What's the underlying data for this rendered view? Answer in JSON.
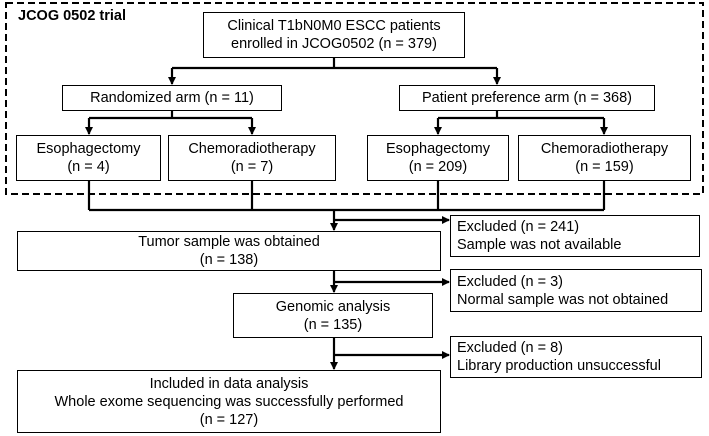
{
  "trial_label": "JCOG 0502 trial",
  "boxes": {
    "enrolled": [
      "Clinical T1bN0M0 ESCC patients",
      "enrolled in JCOG0502 (n = 379)"
    ],
    "randomized_arm": [
      "Randomized arm (n = 11)"
    ],
    "preference_arm": [
      "Patient preference arm (n = 368)"
    ],
    "rand_esophagectomy": [
      "Esophagectomy",
      "(n = 4)"
    ],
    "rand_chemoradiotherapy": [
      "Chemoradiotherapy",
      "(n = 7)"
    ],
    "pref_esophagectomy": [
      "Esophagectomy",
      "(n = 209)"
    ],
    "pref_chemoradiotherapy": [
      "Chemoradiotherapy",
      "(n = 159)"
    ],
    "tumor_sample": [
      "Tumor sample was obtained",
      "(n = 138)"
    ],
    "excluded_1": [
      "Excluded (n = 241)",
      "Sample was not available"
    ],
    "genomic_analysis": [
      "Genomic analysis",
      "(n = 135)"
    ],
    "excluded_2": [
      "Excluded (n = 3)",
      "Normal sample was not obtained"
    ],
    "excluded_3": [
      "Excluded (n = 8)",
      "Library production unsuccessful"
    ],
    "included": [
      "Included in data analysis",
      "Whole exome sequencing was successfully performed",
      "(n = 127)"
    ]
  },
  "colors": {
    "line": "#000000",
    "background": "#ffffff"
  }
}
